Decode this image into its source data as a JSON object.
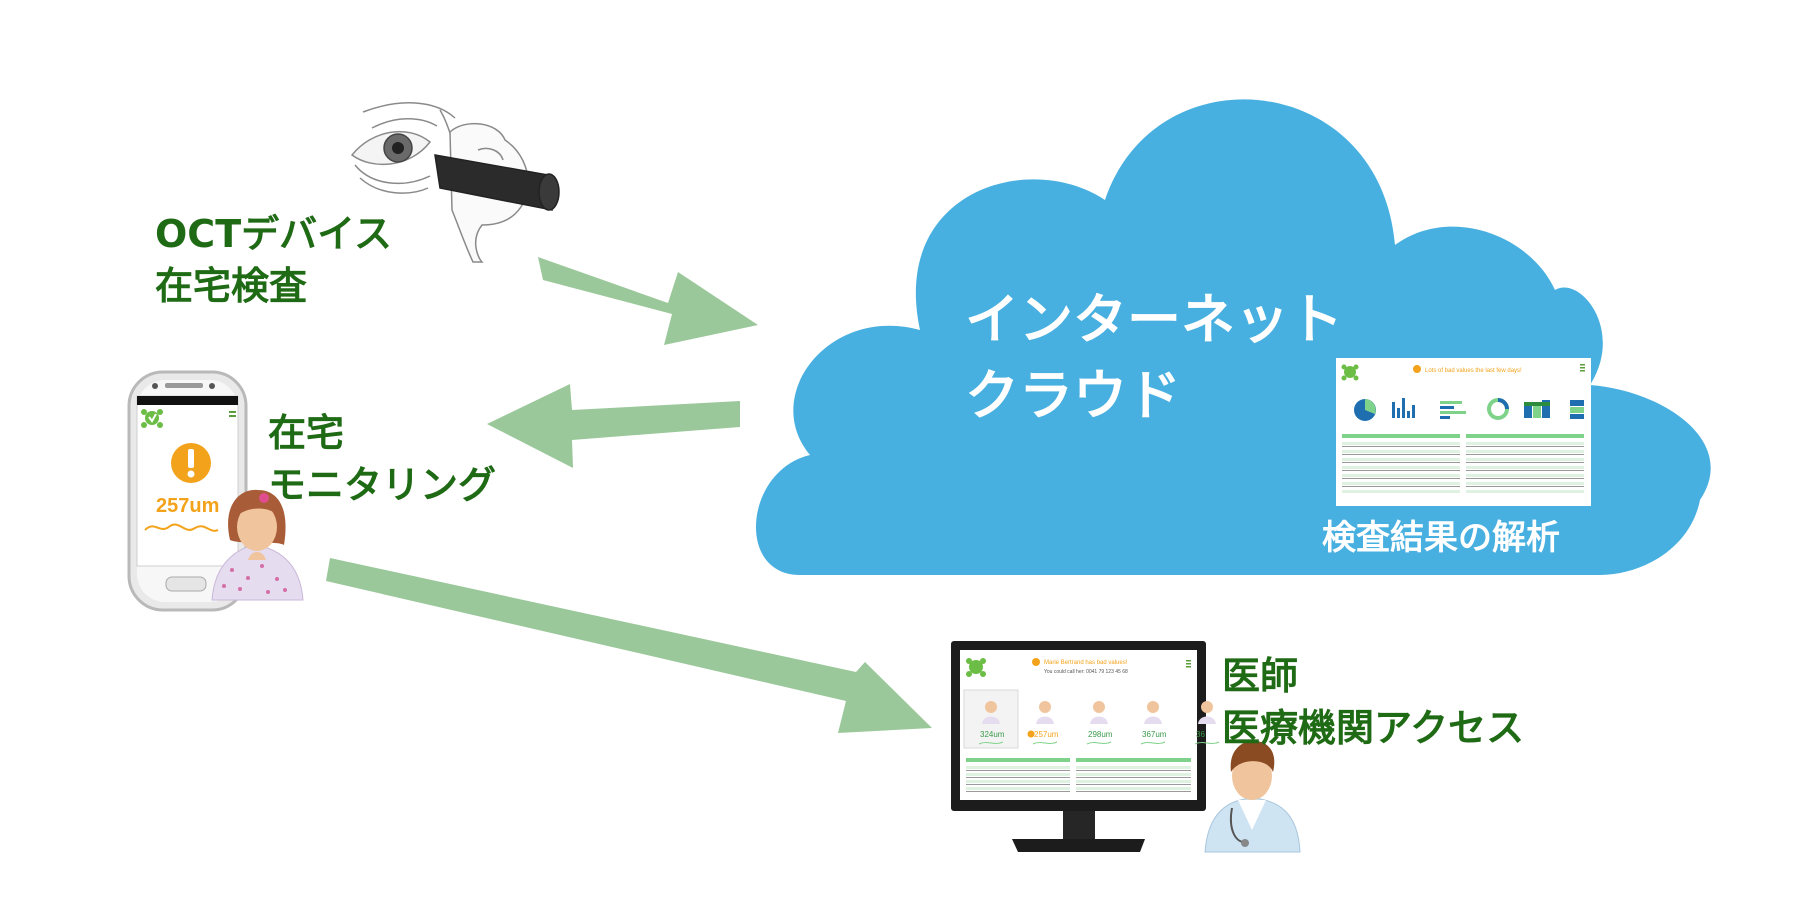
{
  "labels": {
    "oct_line1": "OCTデバイス",
    "oct_line2": "在宅検査",
    "home_line1": "在宅",
    "home_line2": "モニタリング",
    "doctor_line1": "医師",
    "doctor_line2": "医療機関アクセス"
  },
  "cloud": {
    "title_line1": "インターネット",
    "title_line2": "クラウド",
    "caption": "検査結果の解析"
  },
  "phone": {
    "reading": "257um"
  },
  "dashboard": {
    "header": "Lots of bad values the last few days!"
  },
  "monitor": {
    "header": "Marie Bertrand has bad values!",
    "subheader": "You could call her: 0041 79 123 45 68",
    "readings": [
      "324um",
      "257um",
      "298um",
      "367um",
      "36"
    ]
  },
  "colors": {
    "cloud": "#48b0e0",
    "arrow": "#9bc89a",
    "label": "#1f6a14",
    "dashboard_accent": "#7fd28a",
    "alert": "#f3a31b"
  }
}
